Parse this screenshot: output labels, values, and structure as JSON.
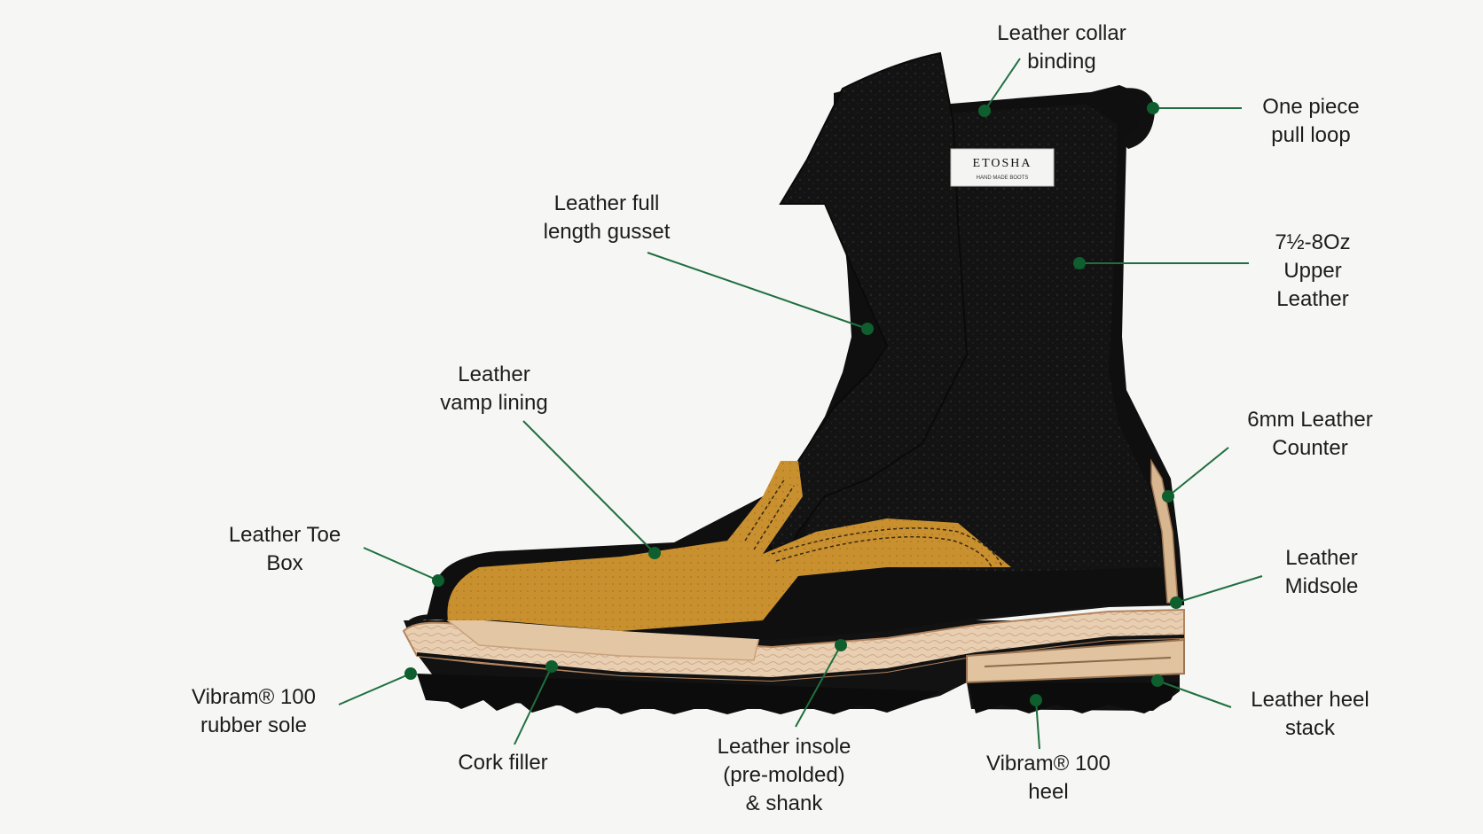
{
  "diagram": {
    "brand_tag": {
      "name": "ETOSHA",
      "tagline": "HAND MADE BOOTS"
    },
    "colors": {
      "background": "#f6f6f4",
      "leader_line": "#1f6f3f",
      "leader_dot": "#0f5e2e",
      "text": "#1c1c1c",
      "upper_leather": "#111111",
      "lining": "#c48a2b",
      "cork": "#e6c9a8",
      "rubber": "#121212"
    },
    "labels": [
      {
        "id": "collar-binding",
        "lines": [
          "Leather collar",
          "binding"
        ]
      },
      {
        "id": "pull-loop",
        "lines": [
          "One piece",
          "pull loop"
        ]
      },
      {
        "id": "gusset",
        "lines": [
          "Leather full",
          "length gusset"
        ]
      },
      {
        "id": "upper-leather",
        "lines": [
          "7½-8Oz",
          "Upper",
          "Leather"
        ]
      },
      {
        "id": "vamp-lining",
        "lines": [
          "Leather",
          "vamp lining"
        ]
      },
      {
        "id": "counter",
        "lines": [
          "6mm Leather",
          "Counter"
        ]
      },
      {
        "id": "toe-box",
        "lines": [
          "Leather Toe",
          "Box"
        ]
      },
      {
        "id": "midsole",
        "lines": [
          "Leather",
          "Midsole"
        ]
      },
      {
        "id": "rubber-sole",
        "lines": [
          "Vibram® 100",
          "rubber sole"
        ]
      },
      {
        "id": "heel-stack",
        "lines": [
          "Leather heel",
          "stack"
        ]
      },
      {
        "id": "cork-filler",
        "lines": [
          "Cork filler"
        ]
      },
      {
        "id": "insole",
        "lines": [
          "Leather insole",
          "(pre-molded)",
          "& shank"
        ]
      },
      {
        "id": "vibram-heel",
        "lines": [
          "Vibram® 100",
          "heel"
        ]
      }
    ]
  }
}
